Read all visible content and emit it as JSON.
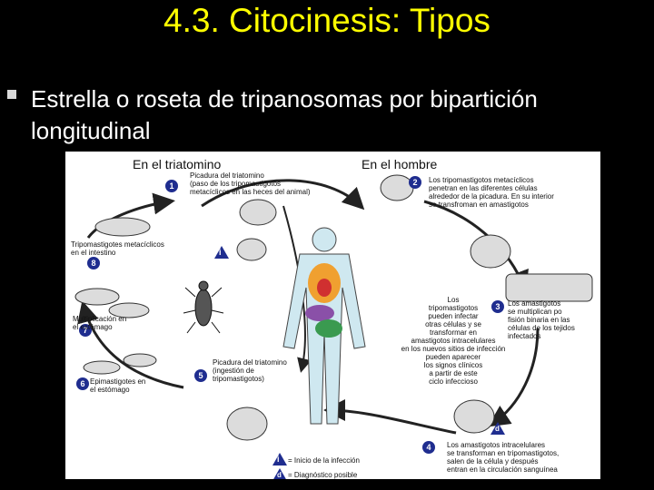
{
  "title": "4.3. Citocinesis: Tipos",
  "bullet": {
    "text": "Estrella o roseta de tripanosomas por bipartición longitudinal"
  },
  "figure": {
    "header_left": "En el triatomino",
    "header_right": "En el hombre",
    "steps": [
      {
        "num": "1",
        "text": "Picadura del triatomino\n(paso de los tripomastigotos\nmetacíclicos en las heces del animal)"
      },
      {
        "num": "2",
        "text": "Los tripomastigotos metacíclicos\npenetran en las diferentes células\nalrededor de la picadura. En su interior\nse transfroman en amastigotos"
      },
      {
        "num": "3",
        "text": "Los amastigotos\nse multiplican po\nfisión binaria en las\ncélulas de los tejidos\ninfectados"
      },
      {
        "num": "4",
        "text": "Los amastigotos intracelulares\nse transforman en tripomastigotos,\nsalen de la célula y después\nentran en la circulación sanguínea"
      },
      {
        "num": "5",
        "text": "Picadura del triatomino\n(ingestión de\ntripomastigotos)"
      },
      {
        "num": "6",
        "text": "Epimastigotes en\nel estómago"
      },
      {
        "num": "7",
        "text": "Multiplicación en\nel estómago"
      },
      {
        "num": "8",
        "text": "Tripomastigotes metacíclicos\nen el intestino"
      }
    ],
    "middle_text": "Los\ntripomastigotos\npueden infectar\notras células y se\ntransformar en\namastigotos intracelulares\nen los nuevos sitios de infección\npueden aparecer\nlos signos clínicos\na partir de este\nciclo infeccioso",
    "legend": [
      {
        "symbol": "i",
        "text": "= Inicio de la infección"
      },
      {
        "symbol": "d",
        "text": "= Diagnóstico posible"
      }
    ],
    "colors": {
      "accent": "#1f2d8f",
      "title": "#ffff00"
    }
  }
}
